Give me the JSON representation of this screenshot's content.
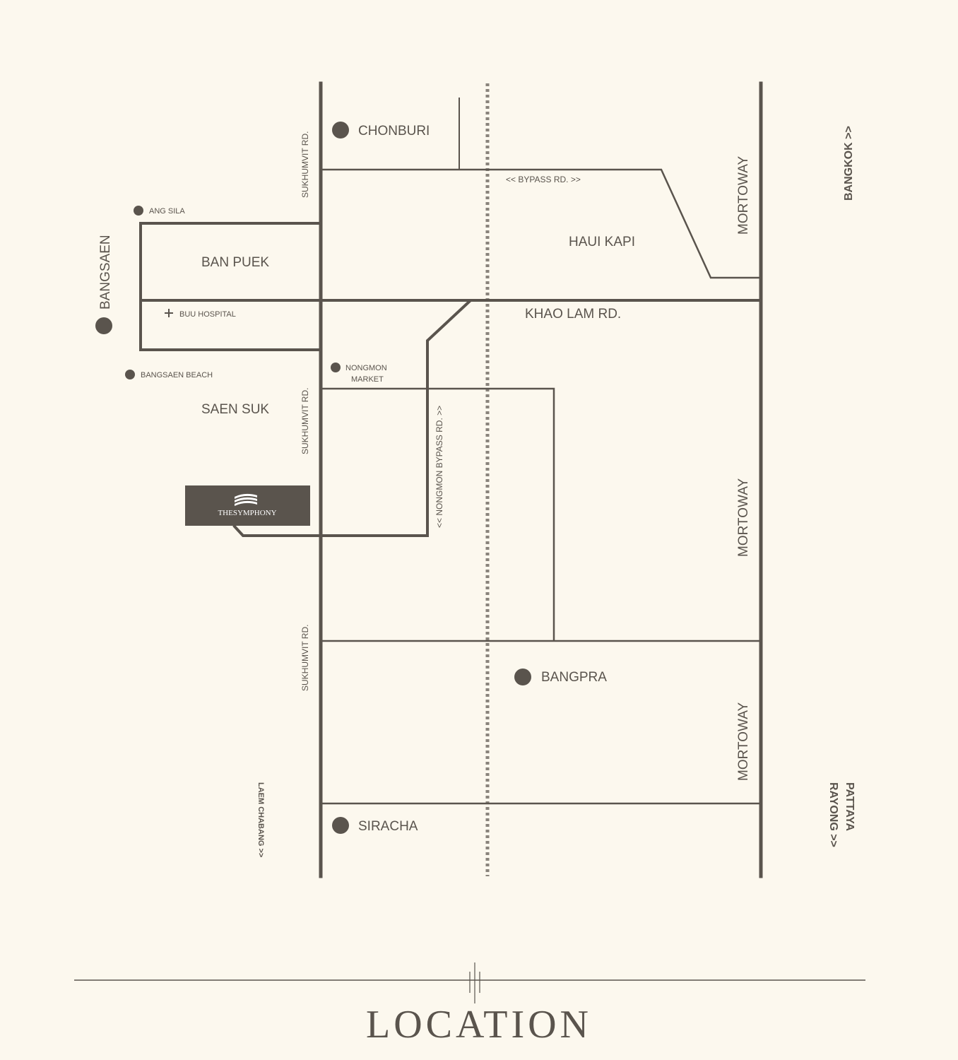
{
  "colors": {
    "background": "#fcf8ee",
    "ink": "#5a544d",
    "highway": "#8a847c"
  },
  "places": {
    "chonburi": "CHONBURI",
    "ang_sila": "ANG SILA",
    "ban_puek": "BAN PUEK",
    "bangsaen": "BANGSAEN",
    "buu_hospital": "BUU HOSPITAL",
    "bangsaen_beach": "BANGSAEN BEACH",
    "saen_suk": "SAEN SUK",
    "nongmon_market": [
      "NONGMON",
      "MARKET"
    ],
    "haui_kapi": "HAUI KAPI",
    "bangpra": "BANGPRA",
    "siracha": "SIRACHA"
  },
  "roads": {
    "sukhumvit": "SUKHUMVIT RD.",
    "bypass": "<< BYPASS RD. >>",
    "khao_lam": "KHAO LAM RD.",
    "nongmon_bypass": "<< NONGMON BYPASS RD. >>",
    "mortoway": "MORTOWAY"
  },
  "directions": {
    "bangkok": "BANGKOK >>",
    "pattaya_rayong": [
      "PATTAYA",
      "RAYONG >>"
    ],
    "laem_chabang": "LAEM CHABANG >>"
  },
  "landmark": {
    "name": "THESYMPHONY",
    "icon": "symphony-logo-icon"
  },
  "icons": {
    "hospital": "plus-icon",
    "place": "dot-icon"
  },
  "footer": {
    "title": "LOCATION"
  }
}
